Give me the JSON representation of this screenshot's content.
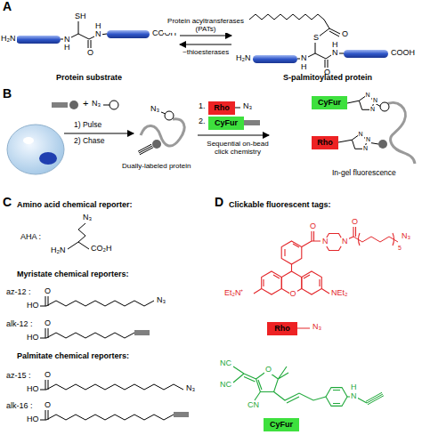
{
  "diagram": {
    "nodes": [
      {
        "text": [
          "Protein substrate"
        ]
      },
      {
        "text": [
          "S-palmitoylated protein"
        ]
      },
      {
        "text": [
          "Rho"
        ]
      },
      {
        "text": [
          "CyFur"
        ]
      },
      {
        "text": [
          "CyFur"
        ]
      },
      {
        "text": [
          "Rho"
        ]
      },
      {
        "text": [
          "Rho"
        ]
      },
      {
        "text": [
          "CyFur"
        ]
      }
    ],
    "edges": [
      {
        "from": 0,
        "to": 1,
        "arrow": "to",
        "label": "Protein acyltransferases (PATs)"
      },
      {
        "from": 1,
        "to": 0,
        "arrow": "to",
        "label": "~thioesterases"
      }
    ],
    "labels": [
      "A",
      "SH",
      "H₂N",
      "N",
      "H",
      "O",
      "N",
      "H",
      "COOH",
      "H₂N",
      "N",
      "H",
      "S",
      "O",
      "O",
      "N",
      "H",
      "COOH",
      "B",
      "+",
      "N₃",
      "1) Pulse",
      "2) Chase",
      "N₃",
      "Dually-labeled protein",
      "1.",
      "N₃",
      "2.",
      "Sequential on-bead click chemistry",
      "N",
      "N",
      "N",
      "N",
      "N",
      "N",
      "In-gel fluorescence",
      "C",
      "Amino acid chemical reporter:",
      "AHA :",
      "N₃",
      "H₂N",
      "CO₂H",
      "Myristate chemical reporters:",
      "az-12 :",
      "O",
      "HO",
      "N₃",
      "alk-12 :",
      "O",
      "HO",
      "Palmitate chemical reporters:",
      "az-15 :",
      "O",
      "HO",
      "N₃",
      "alk-16 :",
      "O",
      "HO",
      "D",
      "Clickable fluorescent tags:",
      "O",
      "N",
      "N",
      "O",
      "5",
      "N₃",
      "Et₂N⁺",
      "O",
      "NEt₂",
      "N₃",
      "NC",
      "NC",
      "CN",
      "O",
      "H",
      "N"
    ]
  }
}
